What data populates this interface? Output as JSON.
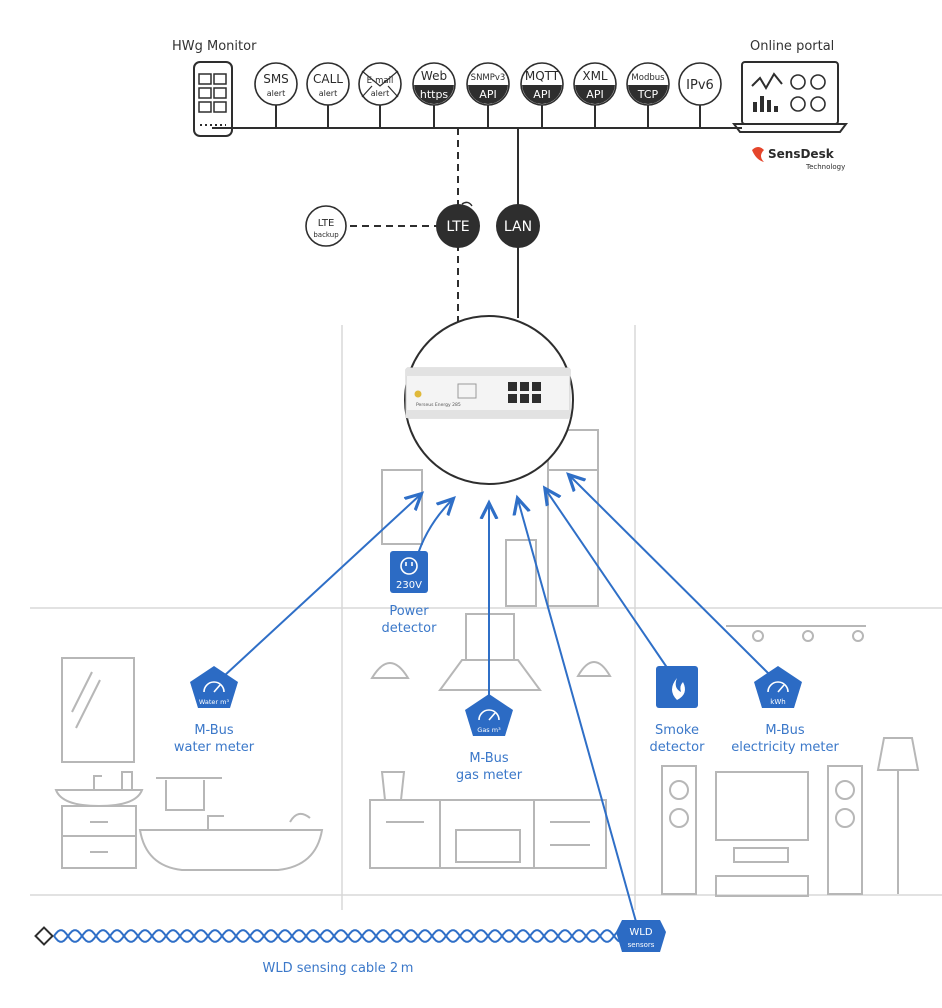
{
  "header": {
    "left_title": "HWg Monitor",
    "right_title": "Online portal",
    "brand": "SensDesk",
    "brand_sub": "Technology"
  },
  "protocols": [
    {
      "top": "SMS",
      "bottom": "alert",
      "style": "plain"
    },
    {
      "top": "CALL",
      "bottom": "alert",
      "style": "plain"
    },
    {
      "top": "E-mail",
      "bottom": "alert",
      "style": "envelope"
    },
    {
      "top": "Web",
      "bottom": "https",
      "style": "band"
    },
    {
      "top": "SNMPv3",
      "bottom": "API",
      "style": "band"
    },
    {
      "top": "MQTT",
      "bottom": "API",
      "style": "band"
    },
    {
      "top": "XML",
      "bottom": "API",
      "style": "band"
    },
    {
      "top": "Modbus",
      "bottom": "TCP",
      "style": "band"
    },
    {
      "top": "IPv6",
      "bottom": "",
      "style": "plain-large"
    }
  ],
  "network": {
    "lte_label": "LTE",
    "lan_label": "LAN",
    "backup_top": "LTE",
    "backup_bottom": "backup"
  },
  "device": {
    "name": "Perseus Energy 285"
  },
  "sensors": {
    "power": {
      "badge": "230V",
      "label_line1": "Power",
      "label_line2": "detector"
    },
    "water": {
      "badge": "Water m³",
      "label_line1": "M-Bus",
      "label_line2": "water meter"
    },
    "gas": {
      "badge": "Gas m³",
      "label_line1": "M-Bus",
      "label_line2": "gas meter"
    },
    "smoke": {
      "label_line1": "Smoke",
      "label_line2": "detector"
    },
    "electricity": {
      "badge": "kWh",
      "label_line1": "M-Bus",
      "label_line2": "electricity meter"
    },
    "wld": {
      "badge_top": "WLD",
      "badge_bottom": "sensors"
    },
    "cable_label": "WLD sensing cable 2 m"
  },
  "colors": {
    "accent_blue": "#2f6fc7",
    "badge_blue": "#2c6bc4",
    "dark": "#2e2e2e",
    "furniture": "#b7b7b7",
    "brand_orange": "#e5452b"
  }
}
